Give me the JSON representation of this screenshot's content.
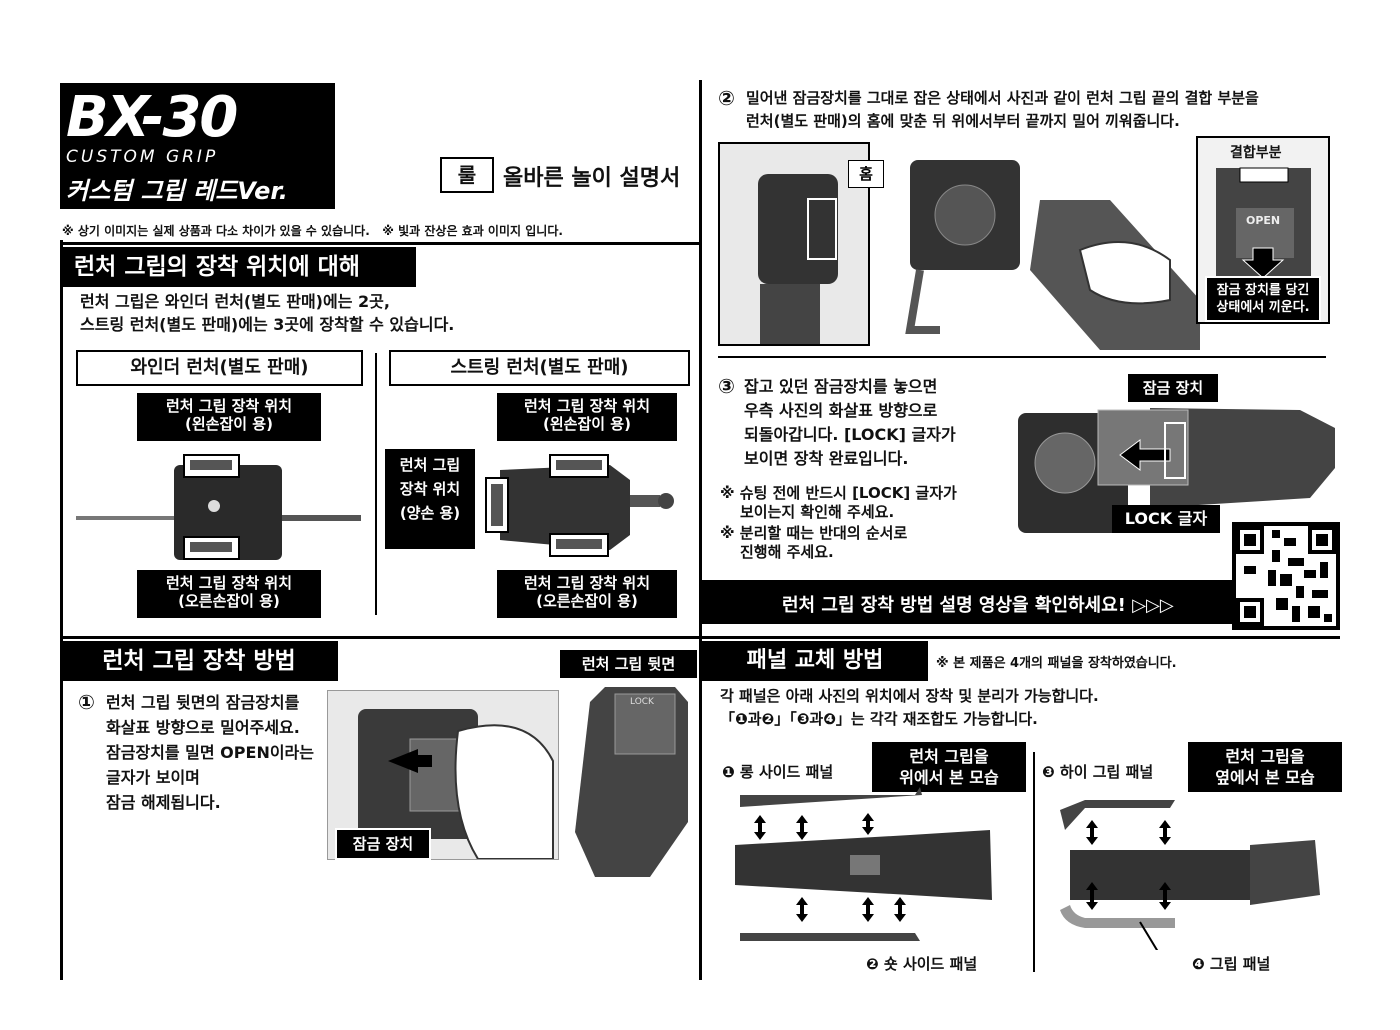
{
  "title": {
    "code": "BX-30",
    "en_name": "CUSTOM GRIP",
    "ko_name": "커스텀 그립 레드Ver.",
    "rule_badge": "룰",
    "rule_label": "올바른 놀이 설명서",
    "disclaimer": "※ 상기 이미지는 실제 상품과 다소 차이가 있을 수 있습니다.   ※ 빛과 잔상은 효과 이미지 입니다."
  },
  "position": {
    "heading": "런처 그립의 장착 위치에 대해",
    "intro": [
      "런처 그립은 와인더 런처(별도 판매)에는 2곳,",
      "스트링 런처(별도 판매)에는 3곳에 장착할 수 있습니다."
    ],
    "winder_title": "와인더 런처(별도 판매)",
    "string_title": "스트링 런처(별도 판매)",
    "left_hand": [
      "런처 그립 장착 위치",
      "(왼손잡이 용)"
    ],
    "right_hand": [
      "런처 그립 장착 위치",
      "(오른손잡이 용)"
    ],
    "both_hands": [
      "런처 그립",
      "장착 위치",
      "(양손 용)"
    ]
  },
  "method": {
    "heading": "런처 그립 장착 방법",
    "back_label": "런처 그립 뒷면",
    "step1_num": "①",
    "step1": [
      "런처 그립 뒷면의 잠금장치를",
      "화살표 방향으로 밀어주세요.",
      "잠금장치를 밀면 OPEN이라는",
      "글자가 보이며",
      "잠금 해제됩니다."
    ],
    "lock_label": "잠금 장치"
  },
  "step2": {
    "num": "②",
    "lines": [
      "밀어낸 잠금장치를 그대로 잡은 상태에서 사진과 같이 런처 그립 끝의 결합 부분을",
      "런처(별도 판매)의 홈에 맞춘 뒤 위에서부터 끝까지 밀어 끼워줍니다."
    ],
    "groove": "홈",
    "joint": "결합부분",
    "open": "OPEN",
    "pull_note": [
      "잠금 장치를 당긴",
      "상태에서 끼운다."
    ]
  },
  "step3": {
    "num": "③",
    "lines": [
      "잡고 있던 잠금장치를 놓으면",
      "우측 사진의 화살표 방향으로",
      "되돌아갑니다. [LOCK] 글자가",
      "보이면 장착 완료입니다."
    ],
    "notes": [
      "※ 슈팅 전에 반드시 [LOCK] 글자가",
      "보이는지 확인해 주세요.",
      "※ 분리할 때는 반대의 순서로",
      "진행해 주세요."
    ],
    "lock_device": "잠금 장치",
    "lock_text": "LOCK 글자",
    "video_banner": "런처 그립 장착 방법 설명 영상을 확인하세요! ▷▷▷"
  },
  "panel": {
    "heading": "패널 교체 방법",
    "note": "※ 본 제품은 4개의 패널을 장착하였습니다.",
    "lines": [
      "각 패널은 아래 사진의 위치에서 장착 및 분리가 가능합니다.",
      "「❶과❷」「❸과❹」는 각각 재조합도 가능합니다."
    ],
    "p1": "❶ 롱 사이드 패널",
    "p2": "❷ 숏 사이드 패널",
    "p3": "❸ 하이 그립 패널",
    "p4": "❹ 그립 패널",
    "view_top": [
      "런처 그립을",
      "위에서 본 모습"
    ],
    "view_side": [
      "런처 그립을",
      "옆에서 본 모습"
    ]
  }
}
